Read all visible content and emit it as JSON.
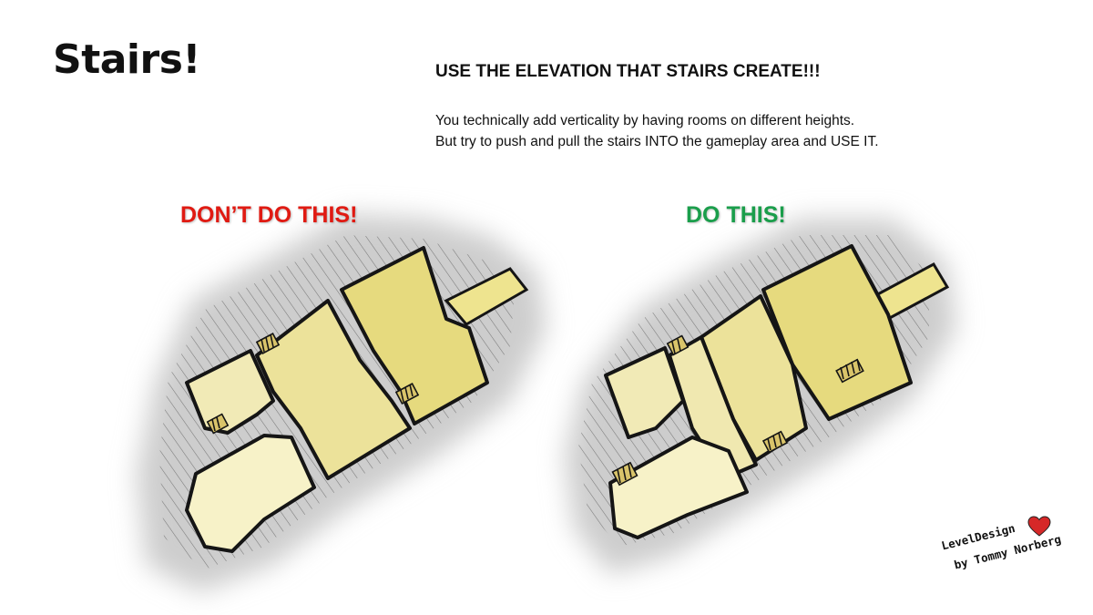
{
  "slide": {
    "title": "Stairs!",
    "headline": "USE THE ELEVATION THAT STAIRS CREATE!!!",
    "body_line1": "You technically add verticality by having rooms on different heights.",
    "body_line2": "But try to push and pull the stairs INTO the gameplay area and USE IT.",
    "label_dont": "DON’T DO THIS!",
    "label_do": "DO THIS!",
    "label_dont_color": "#e01a12",
    "label_do_color": "#1a9e4b"
  },
  "signature": {
    "line1": "LevelDesign",
    "line2": "by Tommy Norberg",
    "heart_icon": "heart-icon",
    "heart_color": "#d62828"
  },
  "colors": {
    "room_fill": "#eee48f",
    "room_fill_light": "#f7f1c0",
    "shadow": "#cfcfcf",
    "outline": "#151515"
  }
}
